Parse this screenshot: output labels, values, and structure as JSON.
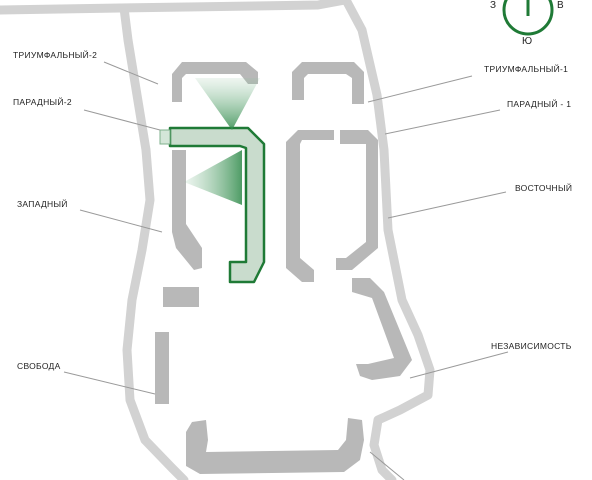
{
  "compass": {
    "west": "З",
    "east": "В",
    "south": "Ю"
  },
  "labels": {
    "triumfalny_2": "ТРИУМФАЛЬНЫЙ-2",
    "paradny_2": "ПАРАДНЫЙ-2",
    "zapadny": "ЗАПАДНЫЙ",
    "svoboda": "СВОБОДА",
    "triumfalny_1": "ТРИУМФАЛЬНЫЙ-1",
    "paradny_1": "ПАРАДНЫЙ - 1",
    "vostochny": "ВОСТОЧНЫЙ",
    "nezavisimost": "НЕЗАВИСИМОСТЬ"
  },
  "colors": {
    "building": "#b8b8b8",
    "road": "#d2d2d2",
    "highlight_fill": "#c9dccd",
    "highlight_stroke": "#1f7a36",
    "leader_line": "#9a9a9a",
    "compass": "#1f7a36"
  }
}
